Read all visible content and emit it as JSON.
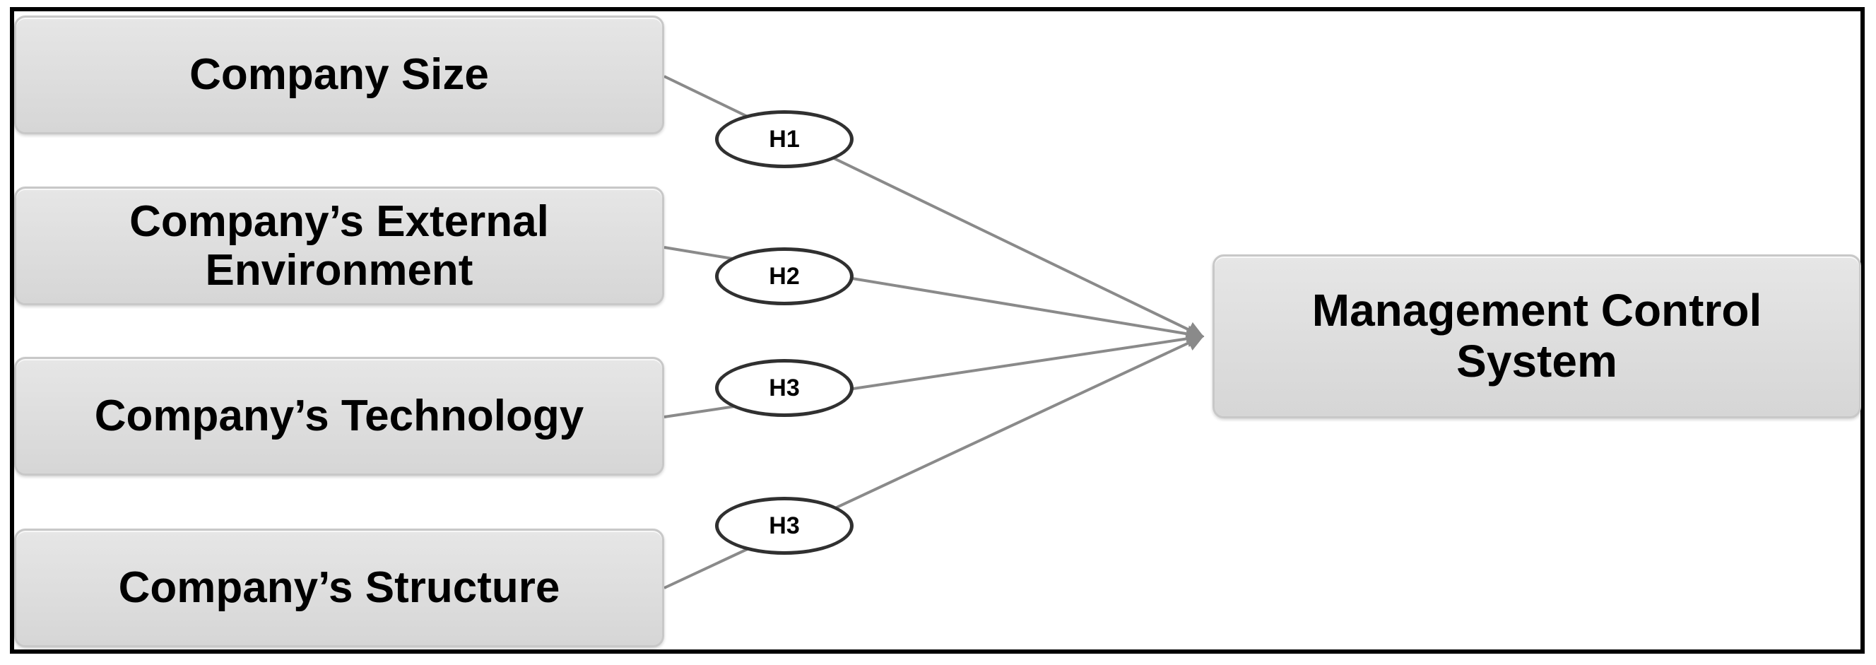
{
  "diagram": {
    "predictors": [
      {
        "id": "size",
        "label": "Company Size"
      },
      {
        "id": "environment",
        "label": "Company’s External\nEnvironment"
      },
      {
        "id": "technology",
        "label": "Company’s Technology"
      },
      {
        "id": "structure",
        "label": "Company’s Structure"
      }
    ],
    "outcome": {
      "id": "mcs",
      "label": "Management Control\nSystem"
    },
    "hypotheses": [
      {
        "from": "size",
        "to": "mcs",
        "label": "H1"
      },
      {
        "from": "environment",
        "to": "mcs",
        "label": "H2"
      },
      {
        "from": "technology",
        "to": "mcs",
        "label": "H3"
      },
      {
        "from": "structure",
        "to": "mcs",
        "label": "H3"
      }
    ],
    "colors": {
      "box_fill": "#dcdcdc",
      "connector": "#8a8a8a",
      "border": "#000000"
    }
  }
}
